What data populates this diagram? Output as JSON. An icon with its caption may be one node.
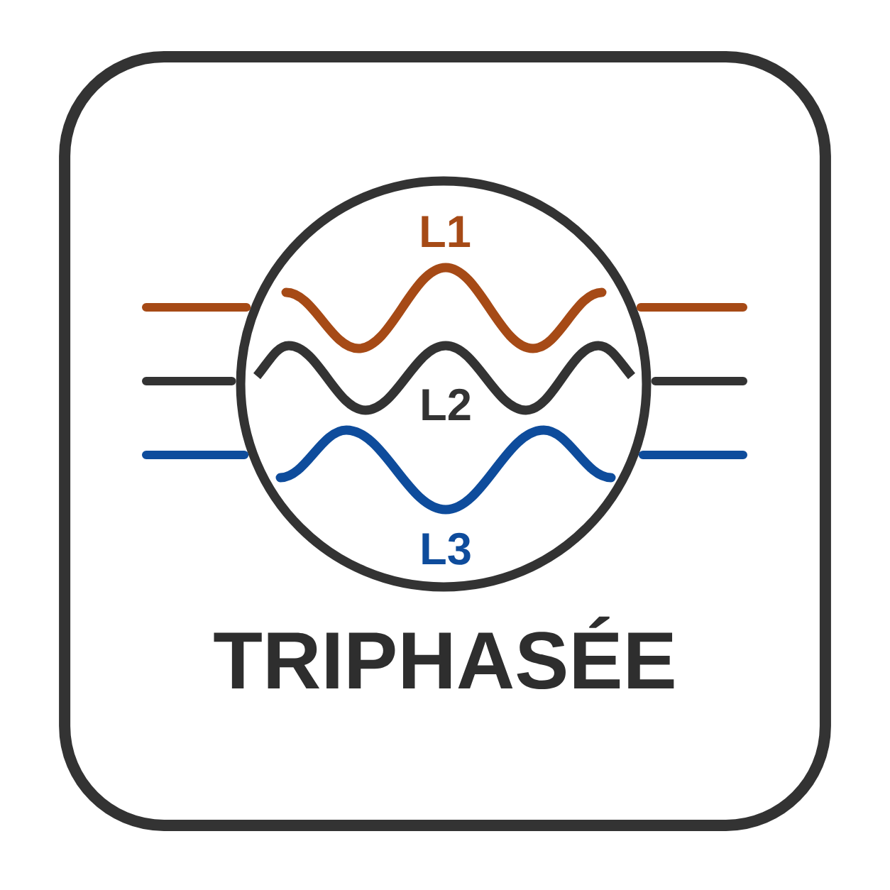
{
  "diagram": {
    "nodes": [
      {
        "text": [
          "TRIPHASÉE"
        ]
      },
      {
        "text": [
          "L1",
          "L2",
          "L3"
        ],
        "in": 0
      }
    ],
    "edges": [
      {
        "from": null,
        "to": 1,
        "arrow": "none",
        "color": "#a64a16"
      },
      {
        "from": null,
        "to": 1,
        "arrow": "none",
        "color": "#a64a16"
      },
      {
        "from": null,
        "to": 1,
        "arrow": "none",
        "color": "#333333"
      },
      {
        "from": null,
        "to": 1,
        "arrow": "none",
        "color": "#333333"
      },
      {
        "from": null,
        "to": 1,
        "arrow": "none",
        "color": "#0e4c9c"
      },
      {
        "from": null,
        "to": 1,
        "arrow": "none",
        "color": "#0e4c9c"
      }
    ]
  }
}
